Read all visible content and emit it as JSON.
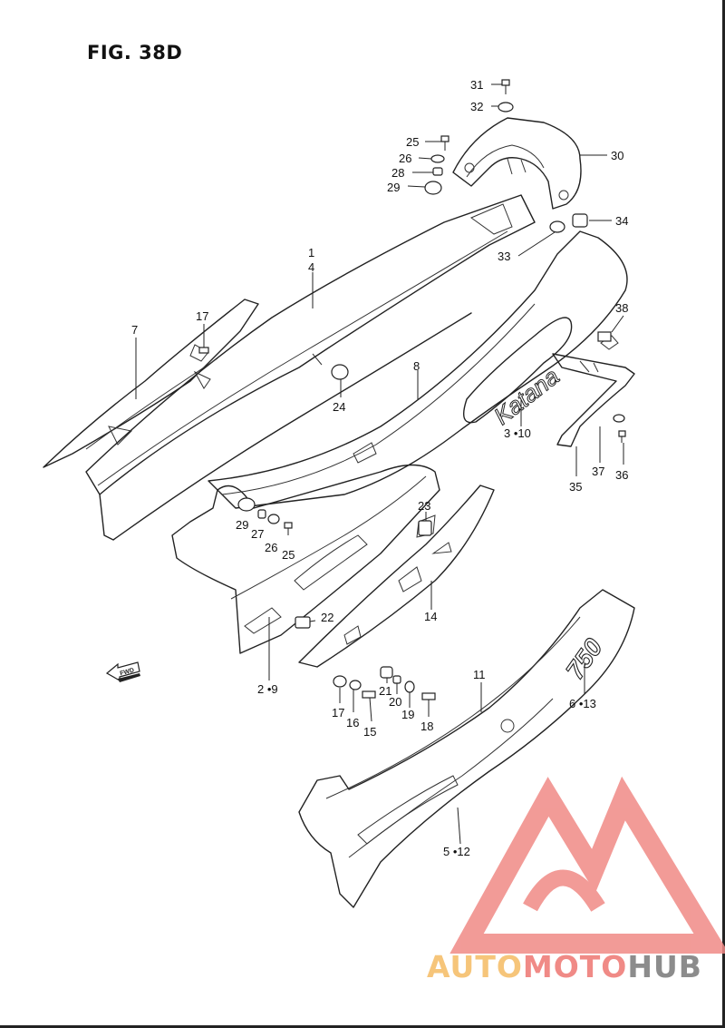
{
  "figure": {
    "title": "FIG. 38D"
  },
  "labels": [
    {
      "id": "l31",
      "text": "31"
    },
    {
      "id": "l32",
      "text": "32"
    },
    {
      "id": "l25a",
      "text": "25"
    },
    {
      "id": "l26a",
      "text": "26"
    },
    {
      "id": "l28",
      "text": "28"
    },
    {
      "id": "l29a",
      "text": "29"
    },
    {
      "id": "l30",
      "text": "30"
    },
    {
      "id": "l34",
      "text": "34"
    },
    {
      "id": "l33",
      "text": "33"
    },
    {
      "id": "l1",
      "text": "1"
    },
    {
      "id": "l4",
      "text": "4"
    },
    {
      "id": "l7",
      "text": "7"
    },
    {
      "id": "l17a",
      "text": "17"
    },
    {
      "id": "l38",
      "text": "38"
    },
    {
      "id": "l8",
      "text": "8"
    },
    {
      "id": "l24",
      "text": "24"
    },
    {
      "id": "l3_10",
      "text": "3 •10"
    },
    {
      "id": "l37",
      "text": "37"
    },
    {
      "id": "l36",
      "text": "36"
    },
    {
      "id": "l35",
      "text": "35"
    },
    {
      "id": "l23",
      "text": "23"
    },
    {
      "id": "l29b",
      "text": "29"
    },
    {
      "id": "l27",
      "text": "27"
    },
    {
      "id": "l26b",
      "text": "26"
    },
    {
      "id": "l25b",
      "text": "25"
    },
    {
      "id": "l14",
      "text": "14"
    },
    {
      "id": "l22",
      "text": "22"
    },
    {
      "id": "l2_9",
      "text": "2 •9"
    },
    {
      "id": "l11",
      "text": "11"
    },
    {
      "id": "l21",
      "text": "21"
    },
    {
      "id": "l20",
      "text": "20"
    },
    {
      "id": "l19",
      "text": "19"
    },
    {
      "id": "l18",
      "text": "18"
    },
    {
      "id": "l17b",
      "text": "17"
    },
    {
      "id": "l16",
      "text": "16"
    },
    {
      "id": "l15",
      "text": "15"
    },
    {
      "id": "l6_13",
      "text": "6 •13"
    },
    {
      "id": "l5_12",
      "text": "5 •12"
    }
  ],
  "arrow": {
    "text": "FWD"
  },
  "emblems": {
    "katana": "Katana",
    "model": "750"
  },
  "watermark": {
    "part1": "AUTO",
    "part2": "MOTO",
    "part3": "HUB",
    "colors": {
      "auto": "#f6c57a",
      "moto": "#f08a86",
      "hub": "#8c8c8c",
      "logo": "#f08a86"
    }
  }
}
